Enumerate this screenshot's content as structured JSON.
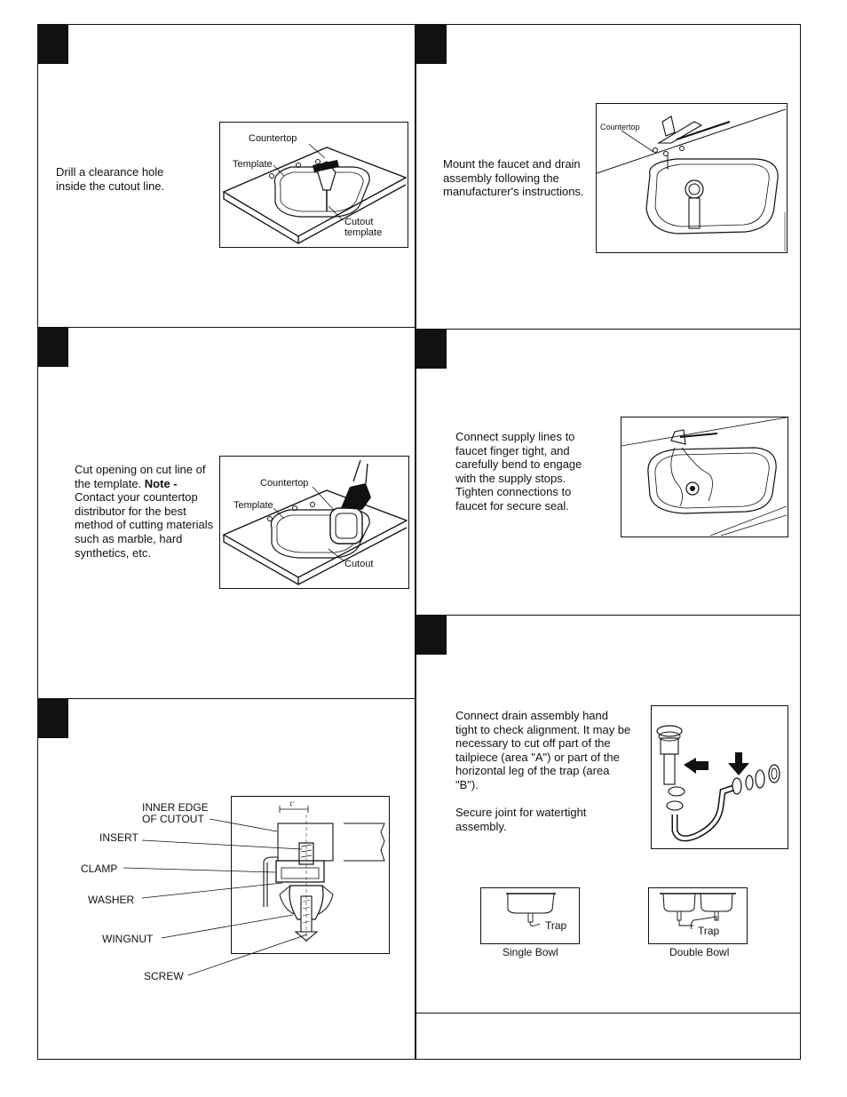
{
  "steps": {
    "drill": {
      "text": "Drill a clearance hole inside the cutout line.",
      "labels": {
        "countertop": "Countertop",
        "template": "Template",
        "cutout_line1": "Cutout",
        "cutout_line2": "template"
      }
    },
    "cut": {
      "text": "Cut opening on cut line of the template.",
      "note_label": "Note -",
      "note_text": "Contact your countertop distributor for the best method of cutting materials such as marble, hard synthetics, etc.",
      "labels": {
        "countertop": "Countertop",
        "template": "Template",
        "cutout": "Cutout"
      }
    },
    "clamp": {
      "callouts": {
        "inner_edge_line1": "INNER EDGE",
        "inner_edge_line2": "OF CUTOUT",
        "insert": "INSERT",
        "clamp": "CLAMP",
        "washer": "WASHER",
        "wingnut": "WINGNUT",
        "screw": "SCREW"
      }
    },
    "faucet": {
      "text": "Mount the faucet and drain assembly following the manufacturer's instructions.",
      "labels": {
        "countertop": "Countertop"
      }
    },
    "supply": {
      "text": "Connect supply lines to faucet finger tight, and carefully bend to engage with the supply stops. Tighten connections to faucet for secure seal."
    },
    "drain": {
      "text1": "Connect drain assembly hand tight to check alignment. It may be necessary to cut off part of the tailpiece (area \"A\") or part of the horizontal leg of the trap (area \"B\").",
      "text2": "Secure joint for watertight assembly.",
      "single": {
        "trap": "Trap",
        "caption": "Single Bowl"
      },
      "double": {
        "trap": "Trap",
        "caption": "Double Bowl"
      }
    }
  },
  "colors": {
    "ink": "#111111",
    "paper": "#ffffff"
  }
}
